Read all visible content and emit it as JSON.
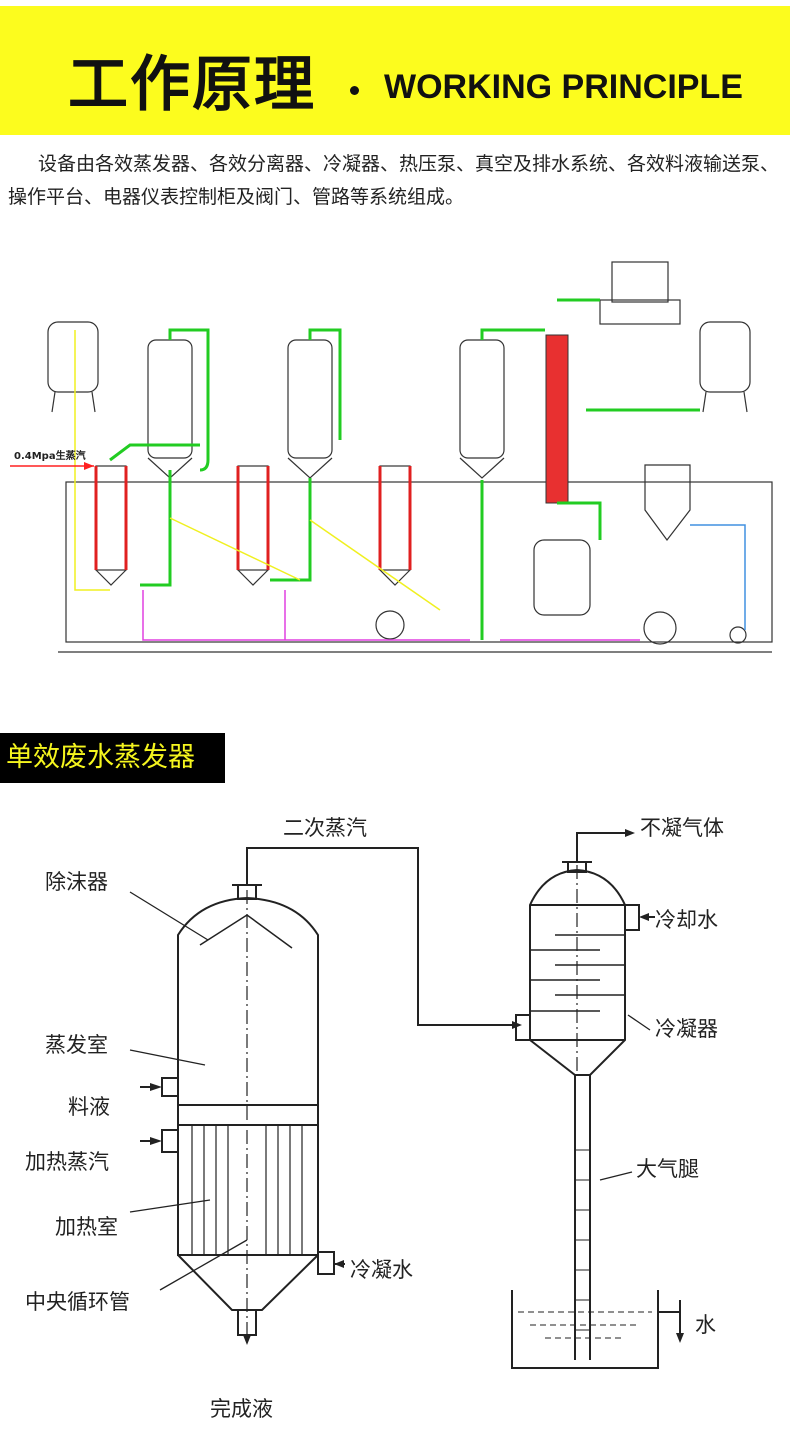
{
  "header": {
    "title_cn": "工作原理",
    "title_en": "WORKING PRINCIPLE",
    "bg_color": "#fcfc1e"
  },
  "intro": "设备由各效蒸发器、各效分离器、冷凝器、热压泵、真空及排水系统、各效料液输送泵、操作平台、电器仪表控制柜及阀门、管路等系统组成。",
  "process_diagram": {
    "steam_label": "0.4Mpa生蒸汽",
    "colors": {
      "steam": "#ff2020",
      "secondary": "#22cc22",
      "feed": "#f0f020",
      "condensate": "#e040e0",
      "heater": "#e02020"
    }
  },
  "section": {
    "label": "单效废水蒸发器"
  },
  "single_effect": {
    "labels": {
      "secondary_steam": "二次蒸汽",
      "noncondensable": "不凝气体",
      "demister": "除沫器",
      "cooling_water": "冷却水",
      "evap_chamber": "蒸发室",
      "condenser": "冷凝器",
      "feed": "料液",
      "heating_steam": "加热蒸汽",
      "barometric_leg": "大气腿",
      "heating_chamber": "加热室",
      "condensate": "冷凝水",
      "central_tube": "中央循环管",
      "water": "水",
      "product": "完成液"
    }
  }
}
